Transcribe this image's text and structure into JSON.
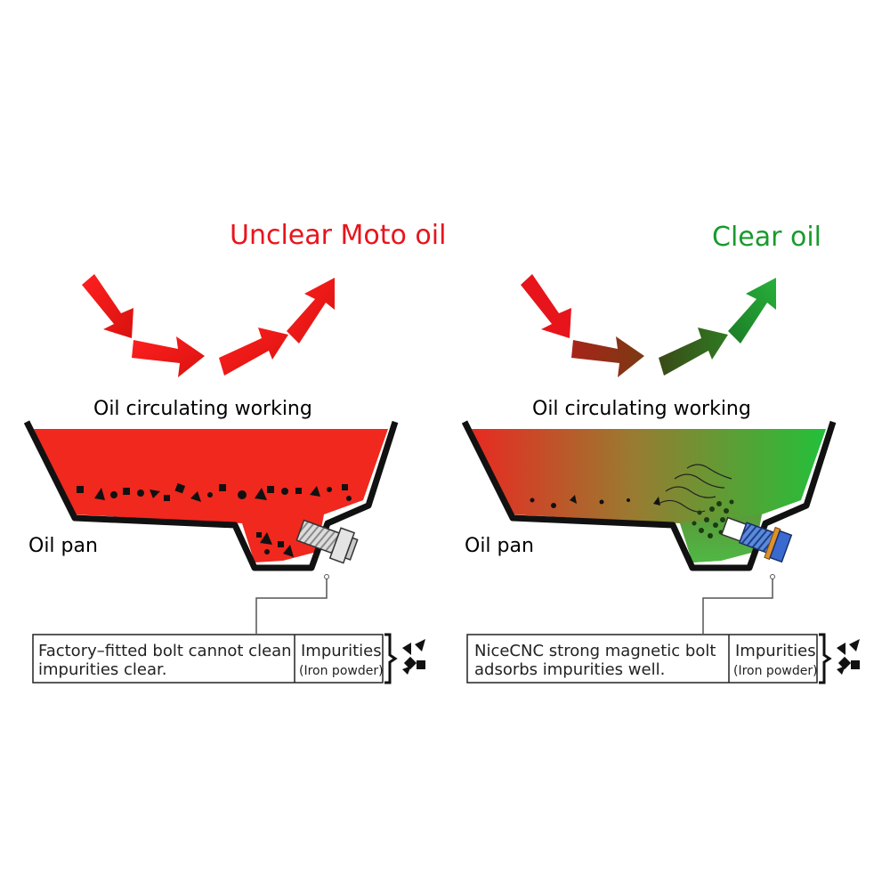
{
  "colors": {
    "unclear_red": "#e8141b",
    "clear_green": "#199a2e",
    "dark_red": "#8b1a10",
    "dark_green": "#1f5a16"
  },
  "left_panel": {
    "heading": "Unclear Moto oil",
    "circulation_label": "Oil circulating working",
    "pan_label": "Oil pan",
    "info_text_line1": "Factory–fitted bolt cannot clean",
    "info_text_line2": "impurities clear.",
    "impurities_label": "Impurities",
    "impurities_sub": "(Iron powder)",
    "icon": "impurities-icon"
  },
  "right_panel": {
    "heading": "Clear oil",
    "circulation_label": "Oil circulating working",
    "pan_label": "Oil pan",
    "info_text_line1": "NiceCNC strong magnetic bolt",
    "info_text_line2": "adsorbs impurities well.",
    "impurities_label": "Impurities",
    "impurities_sub": "(Iron powder)",
    "icon": "impurities-icon"
  }
}
